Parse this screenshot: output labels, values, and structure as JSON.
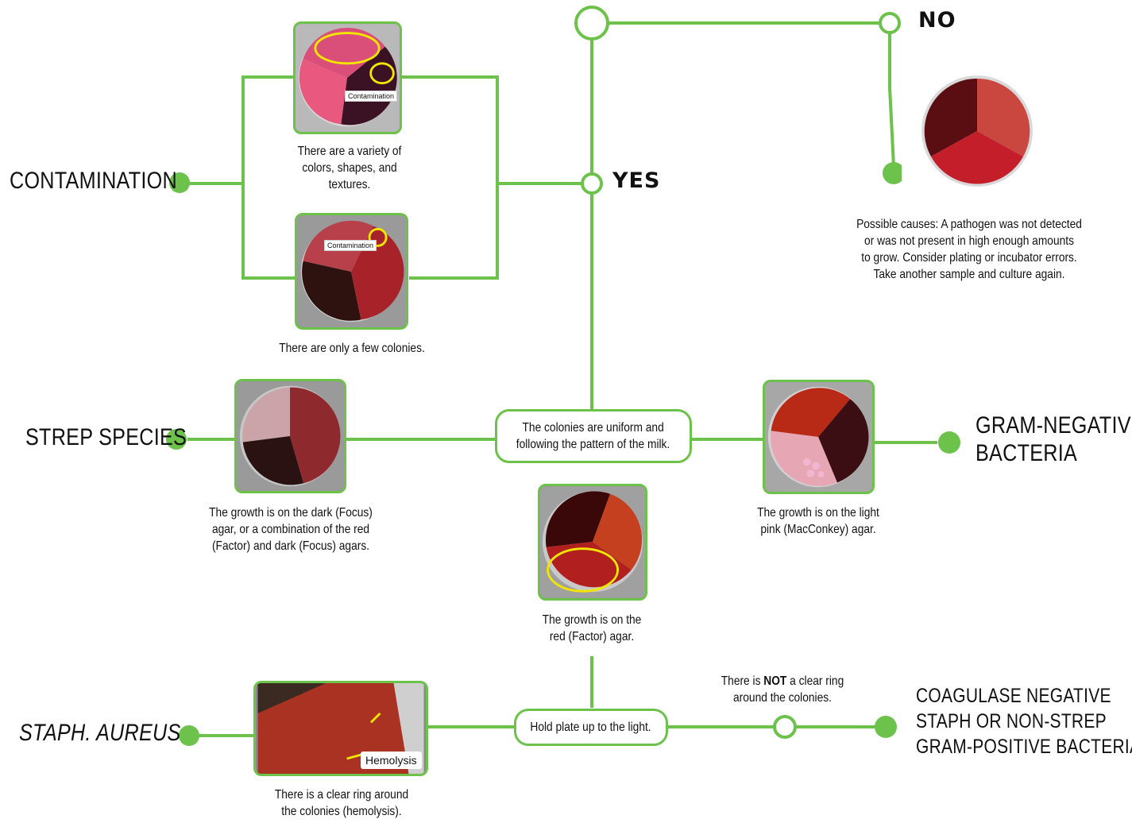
{
  "outcomes": {
    "contamination": "CONTAMINATION",
    "strep_species": "STREP SPECIES",
    "staph_aureus": "STAPH. AUREUS",
    "gram_negative_line1": "GRAM-NEGATIVE",
    "gram_negative_line2": "BACTERIA",
    "coag_neg_line1": "COAGULASE NEGATIVE",
    "coag_neg_line2": "STAPH OR NON-STREP",
    "coag_neg_line3": "GRAM-POSITIVE BACTERIA"
  },
  "answers": {
    "yes": "YES",
    "no": "NO"
  },
  "captions": {
    "variety_line1": "There are a variety of",
    "variety_line2": "colors, shapes, and textures.",
    "few_colonies": "There are only a few colonies.",
    "no_growth_line1": "Possible causes: A pathogen was not detected",
    "no_growth_line2": "or was not present in high enough amounts",
    "no_growth_line3": "to grow. Consider plating or incubator errors.",
    "no_growth_line4": "Take another sample and culture again.",
    "strep_line1": "The growth is on the dark (Focus)",
    "strep_line2": "agar, or a combination of the red",
    "strep_line3": "(Factor) and dark (Focus) agars.",
    "gramneg_line1": "The growth is on the light",
    "gramneg_line2": "pink (MacConkey) agar.",
    "red_line1": "The growth is on the",
    "red_line2": "red (Factor) agar.",
    "not_ring_pre": "There is ",
    "not_ring_bold": "NOT",
    "not_ring_post": " a clear ring",
    "not_ring_line2": "around the colonies.",
    "ring_line1": "There is a clear ring around",
    "ring_line2": "the colonies (hemolysis)."
  },
  "boxes": {
    "uniform_line1": "The colonies are uniform and",
    "uniform_line2": "following the pattern of the milk.",
    "hold_plate": "Hold plate up to the light."
  },
  "photo_labels": {
    "contamination": "Contamination",
    "hemolysis": "Hemolysis"
  },
  "colors": {
    "line": "#6cc24a",
    "highlight": "#f2e600"
  }
}
